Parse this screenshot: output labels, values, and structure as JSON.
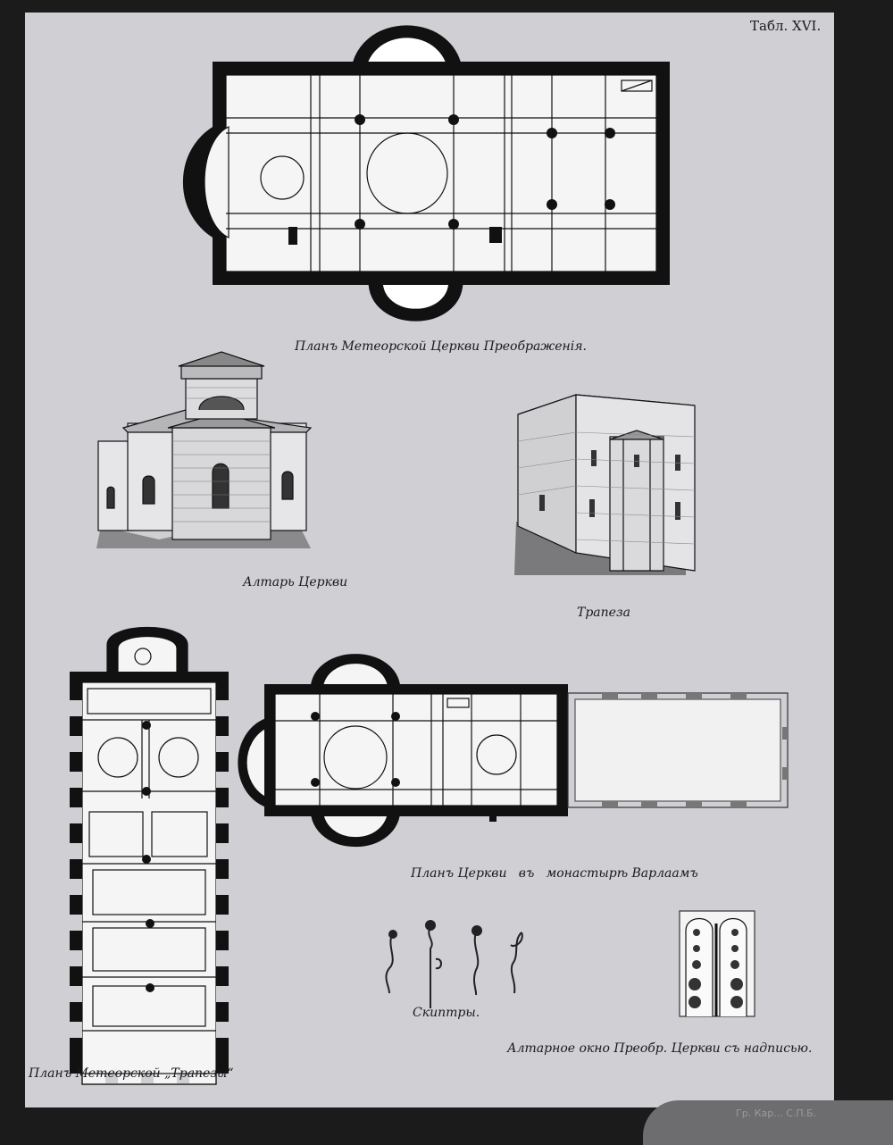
{
  "plate_label": "Табл. XVI.",
  "captions": {
    "plan_transfiguration": "Планъ Метеорской Церкви Преображенія.",
    "altar": "Алтарь Церкви",
    "refectory": "Трапеза",
    "plan_varlaam": "Планъ Церкви   въ   монастырѣ Варлаамъ",
    "scepters": "Скиптры.",
    "plan_refectory": "Планъ Метеорской „Трапезы“",
    "altar_window": "Алтарное окно Преобр. Церкви съ надписью."
  },
  "stamp": "Гр. Кар... С.П.Б.",
  "colors": {
    "paper": "#cfcfd4",
    "ink": "#111111",
    "background": "#1b1b1b"
  }
}
